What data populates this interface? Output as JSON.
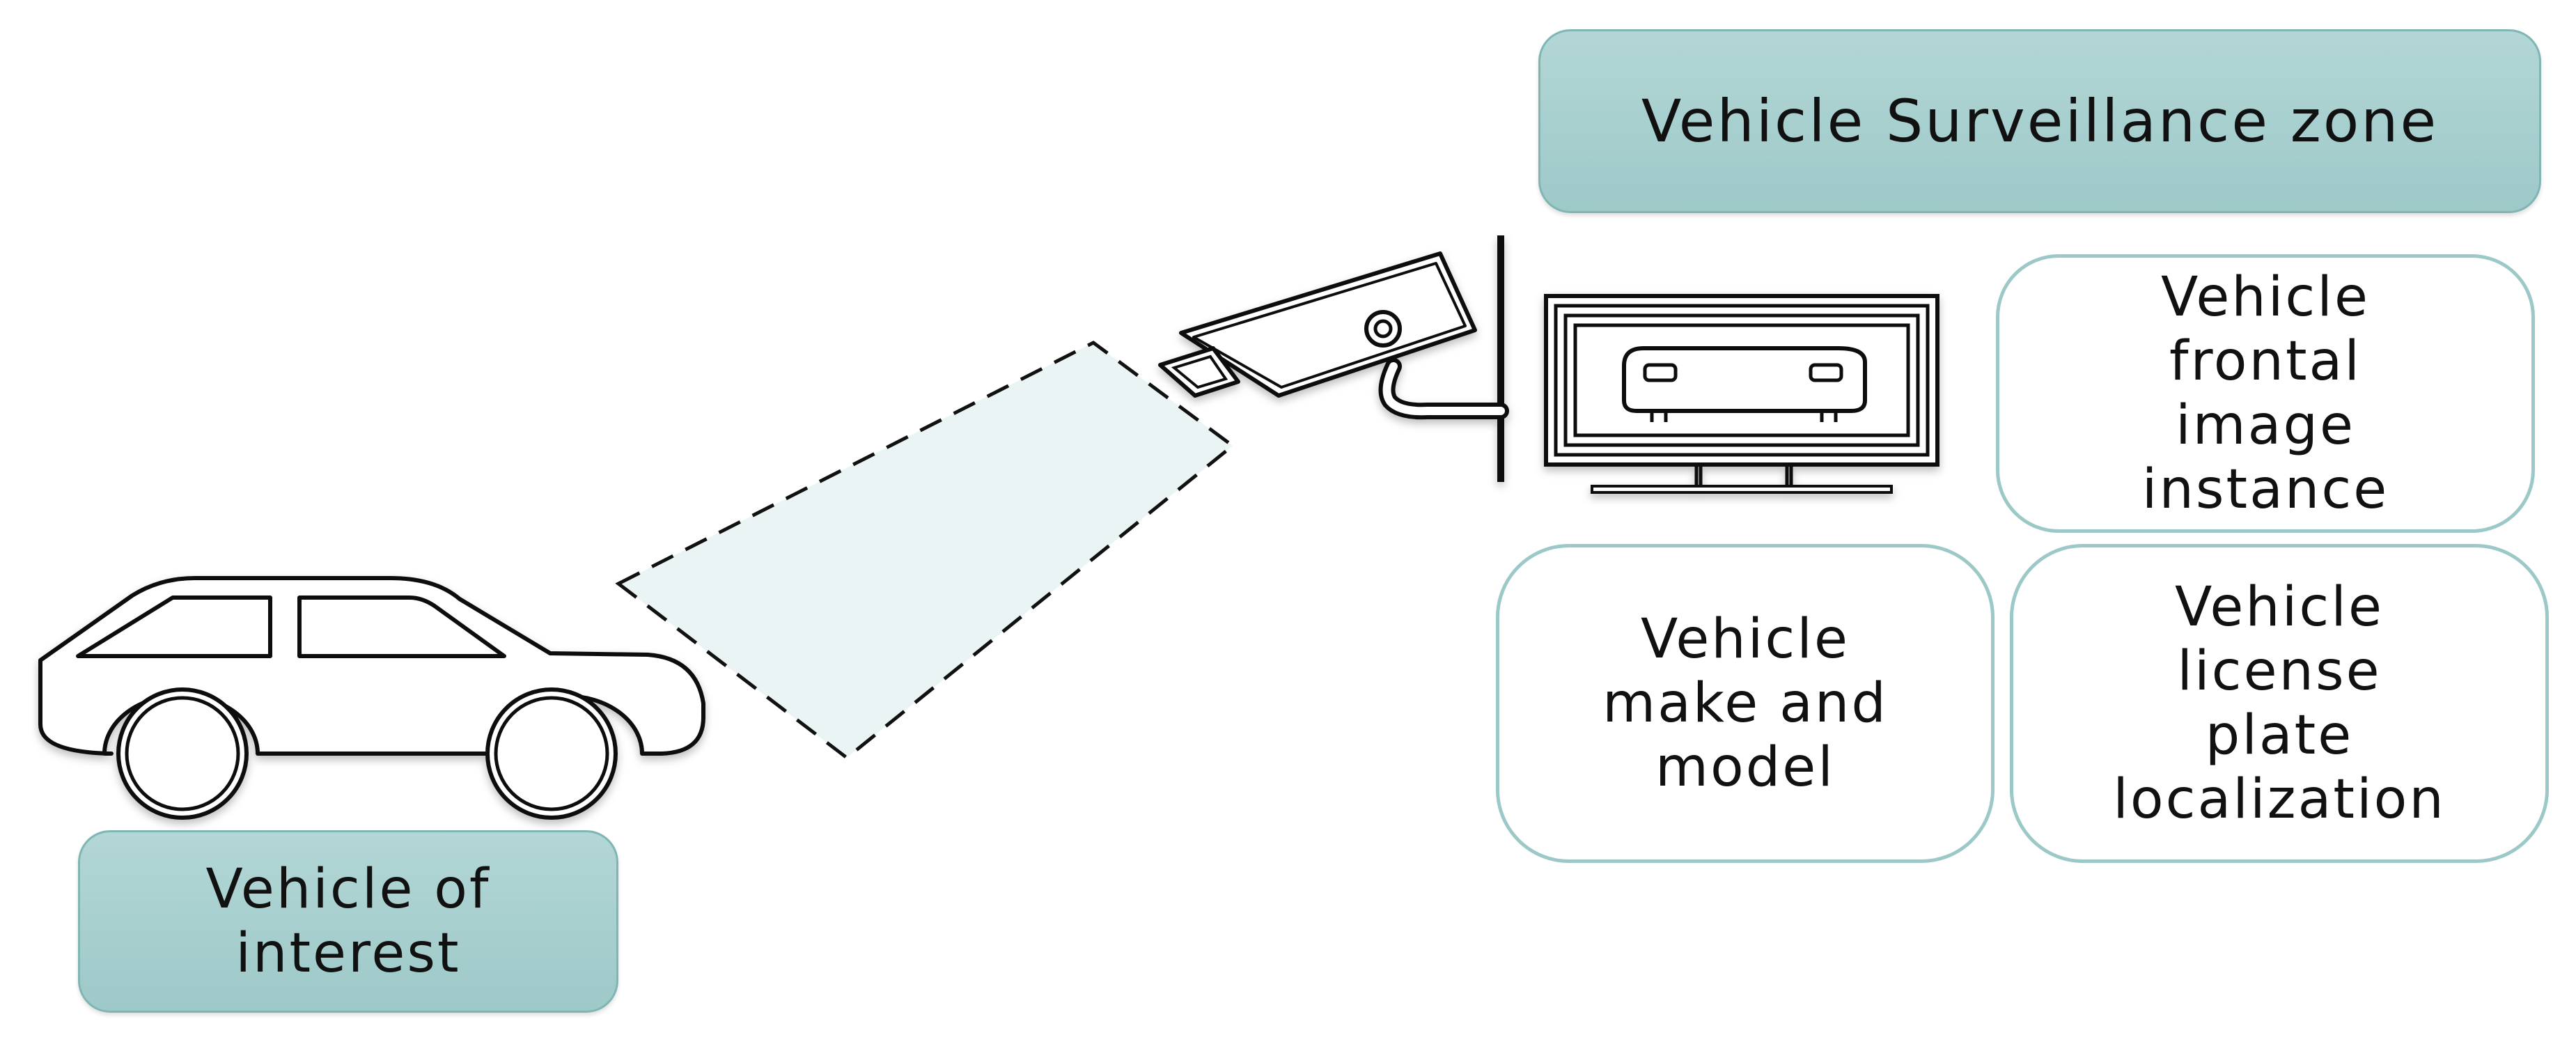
{
  "zone_title": "Vehicle Surveillance zone",
  "panels": {
    "frontal": "Vehicle\nfrontal\nimage\ninstance",
    "make_model": "Vehicle\nmake and\nmodel",
    "license_plate": "Vehicle\nlicense\nplate\nlocalization"
  },
  "vehicle_label": "Vehicle of\ninterest",
  "icons": [
    "car-icon",
    "camera-beam",
    "surveillance-camera-icon",
    "monitor-icon"
  ],
  "colors": {
    "box_fill": "#a8d0cf",
    "box_border": "#9cc8c7",
    "beam_fill": "#ebf4f4",
    "line": "#111111"
  }
}
